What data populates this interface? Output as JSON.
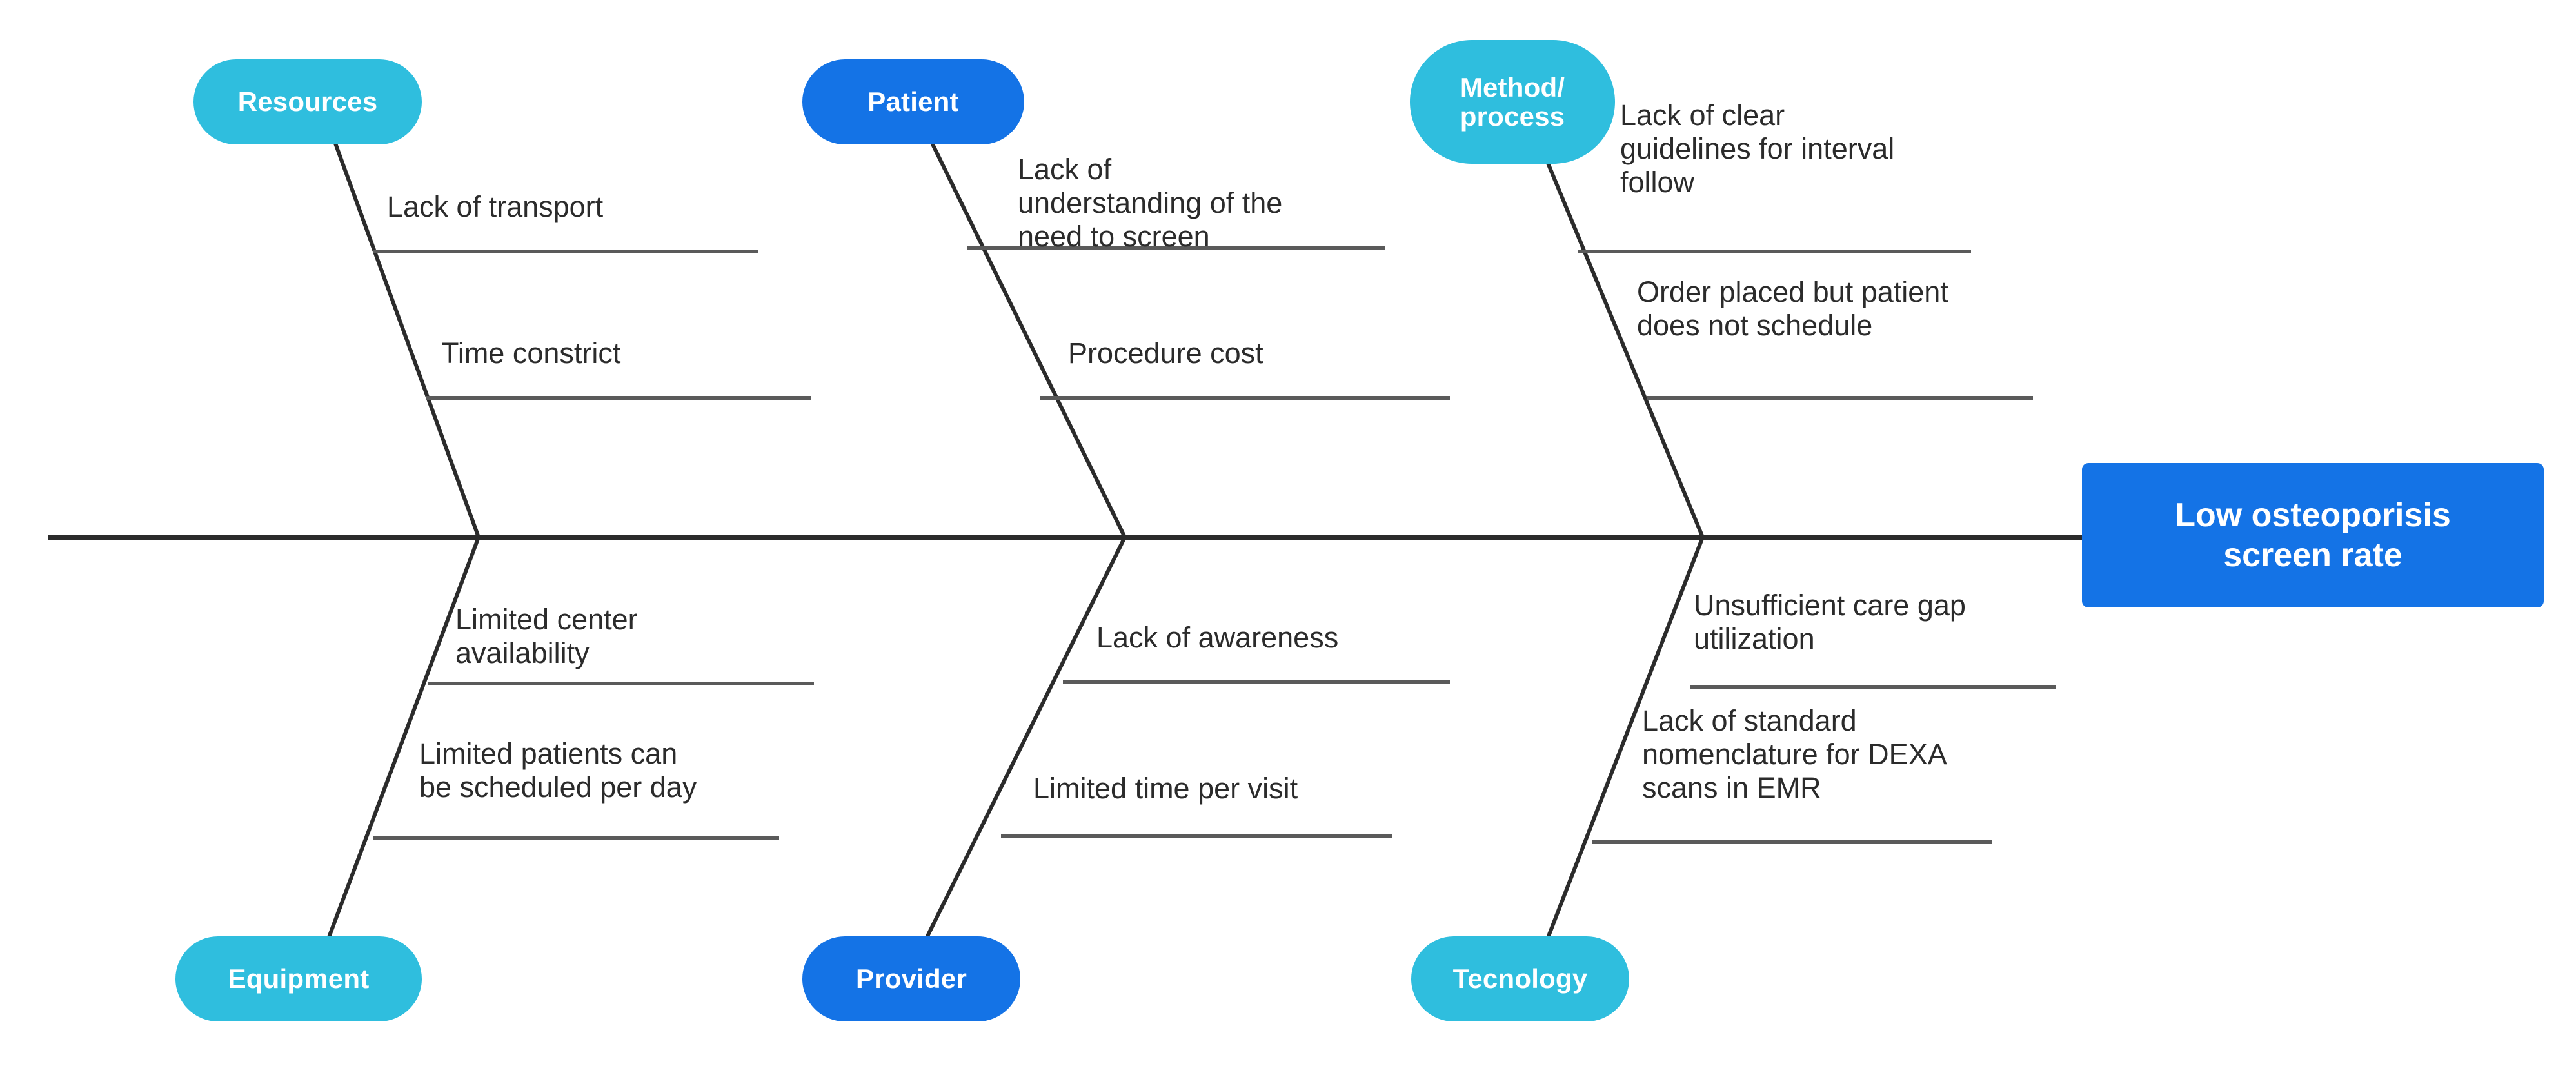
{
  "diagram": {
    "type": "fishbone-ishikawa",
    "effect": {
      "label": "Low osteoporisis\nscreen rate",
      "color": "#1473E6"
    },
    "colors": {
      "cyan_pill": "#2FBEDE",
      "blue_pill": "#1473E6",
      "spine": "#2b2b2b",
      "cause_underline": "#5a5a5a",
      "text": "#2b2b2b"
    },
    "categories": [
      {
        "label": "Resources",
        "color": "#2FBEDE",
        "position": "top",
        "causes": [
          "Lack of transport",
          "Time constrict"
        ]
      },
      {
        "label": "Patient",
        "color": "#1473E6",
        "position": "top",
        "causes": [
          "Lack of\nunderstanding of the\nneed to screen",
          "Procedure cost"
        ]
      },
      {
        "label": "Method/\nprocess",
        "color": "#2FBEDE",
        "position": "top",
        "causes": [
          "Lack of clear\nguidelines for interval\nfollow",
          "Order placed but patient\ndoes not schedule"
        ]
      },
      {
        "label": "Equipment",
        "color": "#2FBEDE",
        "position": "bottom",
        "causes": [
          "Limited center\navailability",
          "Limited patients can\nbe scheduled per day"
        ]
      },
      {
        "label": "Provider",
        "color": "#1473E6",
        "position": "bottom",
        "causes": [
          "Lack of awareness",
          "Limited time per visit"
        ]
      },
      {
        "label": "Tecnology",
        "color": "#2FBEDE",
        "position": "bottom",
        "causes": [
          "Unsufficient care gap\nutilization",
          "Lack of standard\nnomenclature for DEXA\nscans in EMR"
        ]
      }
    ]
  }
}
